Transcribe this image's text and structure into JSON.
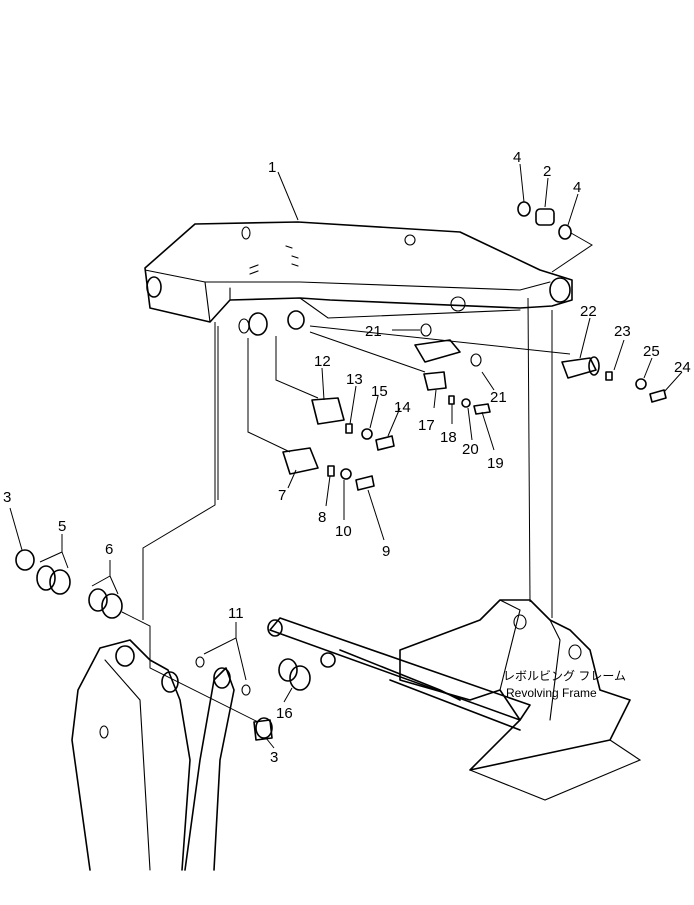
{
  "diagram": {
    "callouts": [
      "1",
      "2",
      "3",
      "4",
      "5",
      "6",
      "7",
      "8",
      "9",
      "10",
      "11",
      "12",
      "13",
      "14",
      "15",
      "16",
      "17",
      "18",
      "19",
      "20",
      "21",
      "22",
      "23",
      "24",
      "25"
    ],
    "frame_caption_jp": "レボルビング フレーム",
    "frame_caption_en": "Revolving Frame"
  }
}
